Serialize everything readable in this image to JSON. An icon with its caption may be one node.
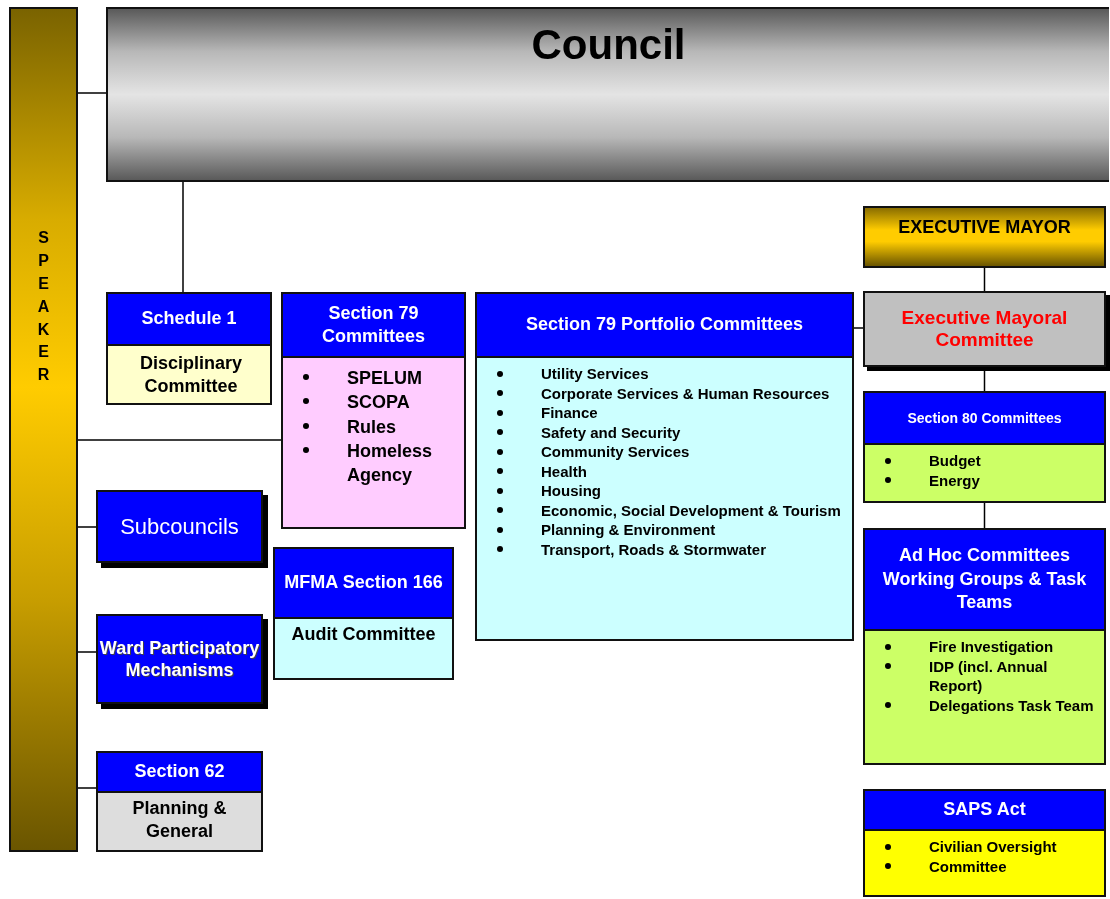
{
  "diagram": {
    "nodes": [
      {
        "text": [
          "Council"
        ]
      },
      {
        "text": [
          "SPEAKER"
        ]
      },
      {
        "text": [
          "Schedule 1",
          "Disciplinary Committee"
        ]
      },
      {
        "text": [
          "Section 79 Committees",
          "SPELUM",
          "SCOPA",
          "Rules",
          "Homeless Agency"
        ]
      },
      {
        "text": [
          "Section 79 Portfolio Committees",
          "Utility Services",
          "Corporate Services & Human Resources",
          "Finance",
          "Safety and Security",
          "Community Services",
          "Health",
          "Housing",
          "Economic, Social  Development & Tourism",
          "Planning & Environment",
          "Transport, Roads & Stormwater"
        ]
      },
      {
        "text": [
          "EXECUTIVE MAYOR"
        ]
      },
      {
        "text": [
          "Executive Mayoral Committee"
        ]
      },
      {
        "text": [
          "Section 80 Committees",
          "Budget",
          "Energy"
        ]
      },
      {
        "text": [
          "Subcouncils"
        ]
      },
      {
        "text": [
          "MFMA Section 166",
          "Audit Committee"
        ]
      },
      {
        "text": [
          "Ad Hoc Committees Working Groups & Task Teams",
          "Fire Investigation",
          "IDP (incl. Annual Report)",
          "Delegations Task Team"
        ]
      },
      {
        "text": [
          "Ward Participatory Mechanisms"
        ]
      },
      {
        "text": [
          "Section 62",
          "Planning & General"
        ]
      },
      {
        "text": [
          "SAPS Act",
          "Civilian Oversight",
          "Committee"
        ]
      }
    ],
    "edges": [
      {
        "from": 1,
        "to": 0,
        "arrow": "none"
      },
      {
        "from": 0,
        "to": 2,
        "arrow": "none"
      },
      {
        "from": 1,
        "to": 3,
        "arrow": "none"
      },
      {
        "from": 1,
        "to": 8,
        "arrow": "none"
      },
      {
        "from": 1,
        "to": 11,
        "arrow": "none"
      },
      {
        "from": 1,
        "to": 12,
        "arrow": "none"
      },
      {
        "from": 4,
        "to": 6,
        "arrow": "none"
      },
      {
        "from": 5,
        "to": 6,
        "arrow": "none"
      },
      {
        "from": 6,
        "to": 7,
        "arrow": "none"
      },
      {
        "from": 7,
        "to": 10,
        "arrow": "none"
      }
    ]
  }
}
